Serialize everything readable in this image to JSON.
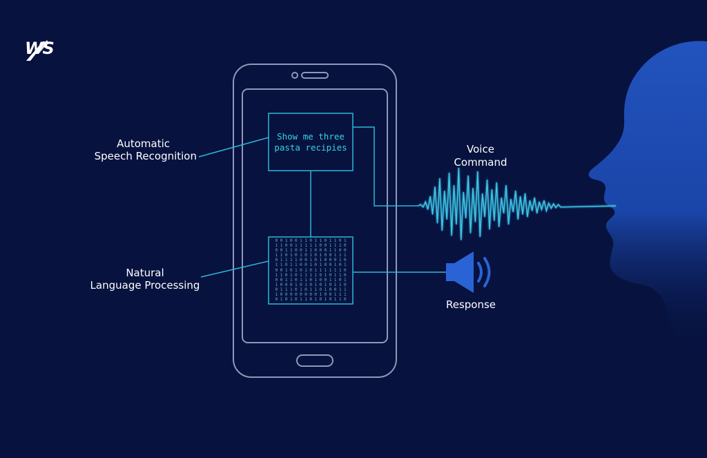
{
  "brand": {
    "logo_text": "WS"
  },
  "phone": {
    "screen_text_line1": "Show me three",
    "screen_text_line2": "pasta recipies"
  },
  "labels": {
    "asr_line1": "Automatic",
    "asr_line2": "Speech Recognition",
    "nlp_line1": "Natural",
    "nlp_line2": "Language Processing",
    "voice_line1": "Voice",
    "voice_line2": "Command",
    "response": "Response"
  },
  "binary_rows": [
    "0 0 1 0 0 1 1 0 1 1 0 1 1 0 1",
    "1 1 0 0 1 1 1 1 1 0 0 1 1 1 0",
    "0 0 1 1 0 0 1 1 0 0 0 1 1 0 0",
    "1 1 0 1 0 1 0 1 0 1 0 0 1 1 1",
    "0 1 1 1 1 0 0 1 0 1 0 0 0 1 0",
    "1 1 0 1 1 0 0 1 0 1 0 0 1 0 1",
    "0 0 1 0 1 0 1 0 1 1 1 1 1 1 0",
    "1 1 0 1 0 1 1 1 1 0 1 0 1 1 0",
    "0 0 1 1 0 1 1 0 1 0 0 1 1 0 1",
    "1 0 0 0 1 0 1 0 1 0 1 0 1 1 0",
    "0 1 1 1 0 1 0 1 1 0 1 0 0 1 1",
    "1 0 0 0 0 0 0 0 0 1 0 0 1 1 1",
    "0 1 0 1 0 1 1 0 1 0 1 0 1 1 0"
  ],
  "colors": {
    "background": "#07123f",
    "line": "#2fb7d6",
    "phone_outline": "#8e9ab8",
    "head": "#1e4fb6",
    "speaker": "#2a63d6",
    "text": "#ffffff",
    "mono_text": "#36d3e6"
  }
}
